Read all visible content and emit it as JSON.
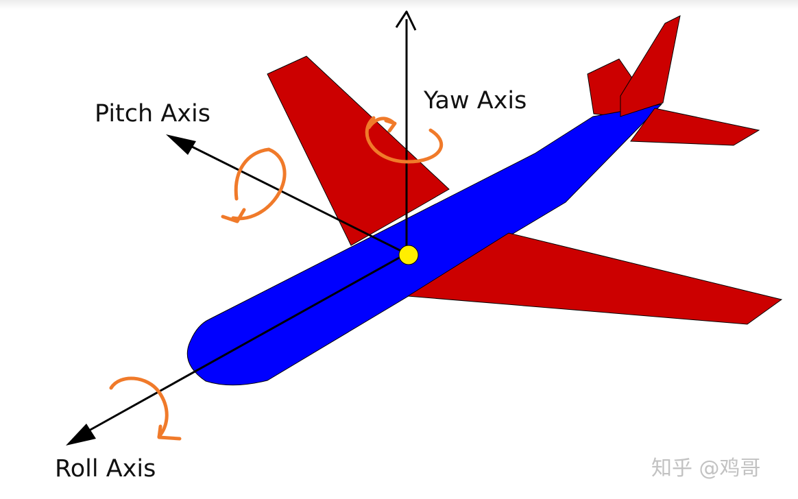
{
  "labels": {
    "yaw": "Yaw Axis",
    "pitch": "Pitch Axis",
    "roll": "Roll Axis"
  },
  "watermark": "知乎 @鸡哥",
  "colors": {
    "fuselage": "#0000ff",
    "wings": "#cc0000",
    "center_point": "#ffee00",
    "rotation_arrows": "#f07a2a",
    "axes": "#000000"
  }
}
